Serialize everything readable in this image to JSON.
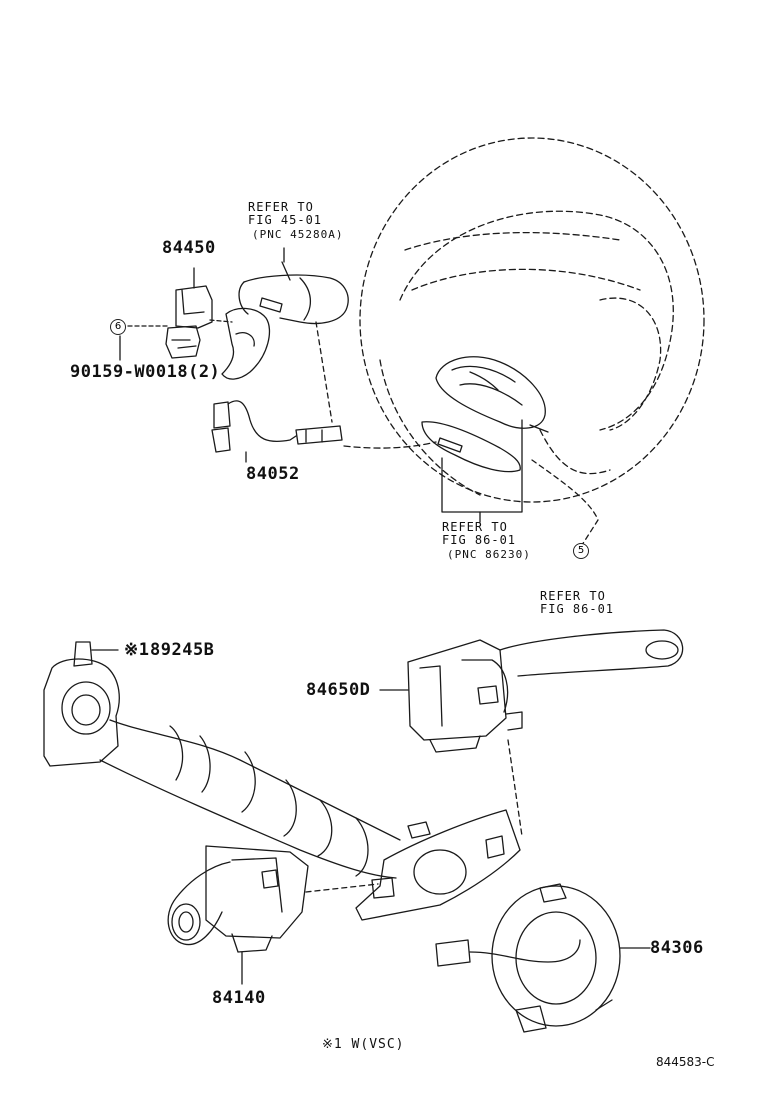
{
  "parts": {
    "p84450": "84450",
    "p90159": "90159-W0018(2)",
    "p84052": "84052",
    "p89245b": "89245B",
    "p89245b_mark": "※1",
    "p84650d": "84650D",
    "p84140": "84140",
    "p84306": "84306"
  },
  "refs": {
    "ref1": {
      "line1": "REFER TO",
      "line2": "FIG 45-01",
      "line3": "(PNC 45280A)"
    },
    "ref2": {
      "line1": "REFER TO",
      "line2": "FIG 86-01",
      "line3": "(PNC 86230)"
    },
    "ref3": {
      "line1": "REFER TO",
      "line2": "FIG 86-01"
    }
  },
  "callouts": {
    "c6": "6",
    "c5": "5"
  },
  "footnote": "※1 W(VSC)",
  "diagram_code": "844583-C"
}
